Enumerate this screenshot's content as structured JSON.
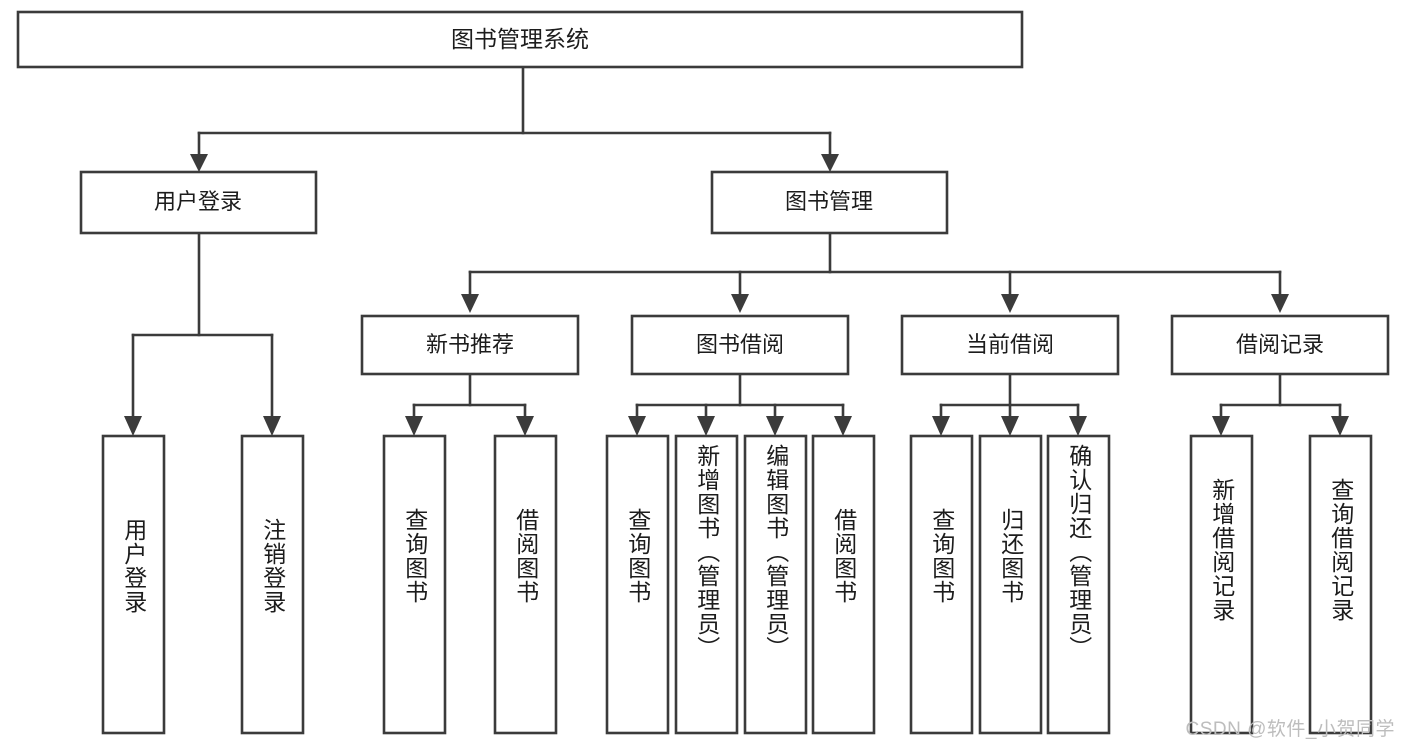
{
  "diagram": {
    "title": "图书管理系统",
    "type": "tree",
    "background_color": "#ffffff",
    "line_color": "#3b3b3b",
    "text_color": "#1c1c1c",
    "root": {
      "label": "图书管理系统",
      "orientation": "horizontal"
    },
    "level2": [
      {
        "label": "用户登录",
        "orientation": "horizontal"
      },
      {
        "label": "图书管理",
        "orientation": "horizontal"
      }
    ],
    "level3": [
      {
        "label": "新书推荐",
        "orientation": "horizontal"
      },
      {
        "label": "图书借阅",
        "orientation": "horizontal"
      },
      {
        "label": "当前借阅",
        "orientation": "horizontal"
      },
      {
        "label": "借阅记录",
        "orientation": "horizontal"
      }
    ],
    "leaves": {
      "user_login": [
        {
          "label": "用户登录",
          "orientation": "vertical"
        },
        {
          "label": "注销登录",
          "orientation": "vertical"
        }
      ],
      "new_book_recommend": [
        {
          "label": "查询图书",
          "orientation": "vertical"
        },
        {
          "label": "借阅图书",
          "orientation": "vertical"
        }
      ],
      "book_borrow": [
        {
          "label": "查询图书",
          "orientation": "vertical"
        },
        {
          "label": "新增图书（管理员）",
          "orientation": "vertical"
        },
        {
          "label": "编辑图书（管理员）",
          "orientation": "vertical"
        },
        {
          "label": "借阅图书",
          "orientation": "vertical"
        }
      ],
      "current_borrow": [
        {
          "label": "查询图书",
          "orientation": "vertical"
        },
        {
          "label": "归还图书",
          "orientation": "vertical"
        },
        {
          "label": "确认归还（管理员）",
          "orientation": "vertical"
        }
      ],
      "borrow_record": [
        {
          "label": "新增借阅记录",
          "orientation": "vertical"
        },
        {
          "label": "查询借阅记录",
          "orientation": "vertical"
        }
      ]
    },
    "watermark": "CSDN @软件_小贺同学"
  }
}
